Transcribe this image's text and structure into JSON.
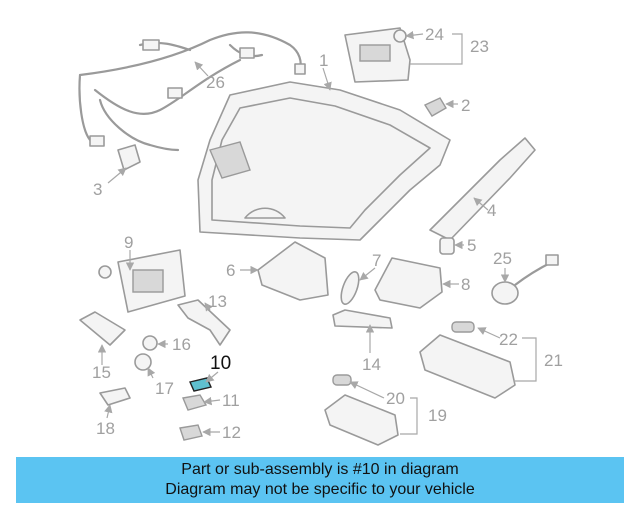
{
  "diagram": {
    "highlight_color": "#5fc0cf",
    "callouts": {
      "c1": "1",
      "c2": "2",
      "c3": "3",
      "c4": "4",
      "c5": "5",
      "c6": "6",
      "c7": "7",
      "c8": "8",
      "c9": "9",
      "c10": "10",
      "c11": "11",
      "c12": "12",
      "c13": "13",
      "c14": "14",
      "c15": "15",
      "c16": "16",
      "c17": "17",
      "c18": "18",
      "c19": "19",
      "c20": "20",
      "c21": "21",
      "c22": "22",
      "c23": "23",
      "c24": "24",
      "c25": "25",
      "c26": "26"
    }
  },
  "banner": {
    "line1": "Part or sub-assembly is #10 in diagram",
    "line2": "Diagram may not be specific to your vehicle",
    "color": "#5bc4f2"
  }
}
